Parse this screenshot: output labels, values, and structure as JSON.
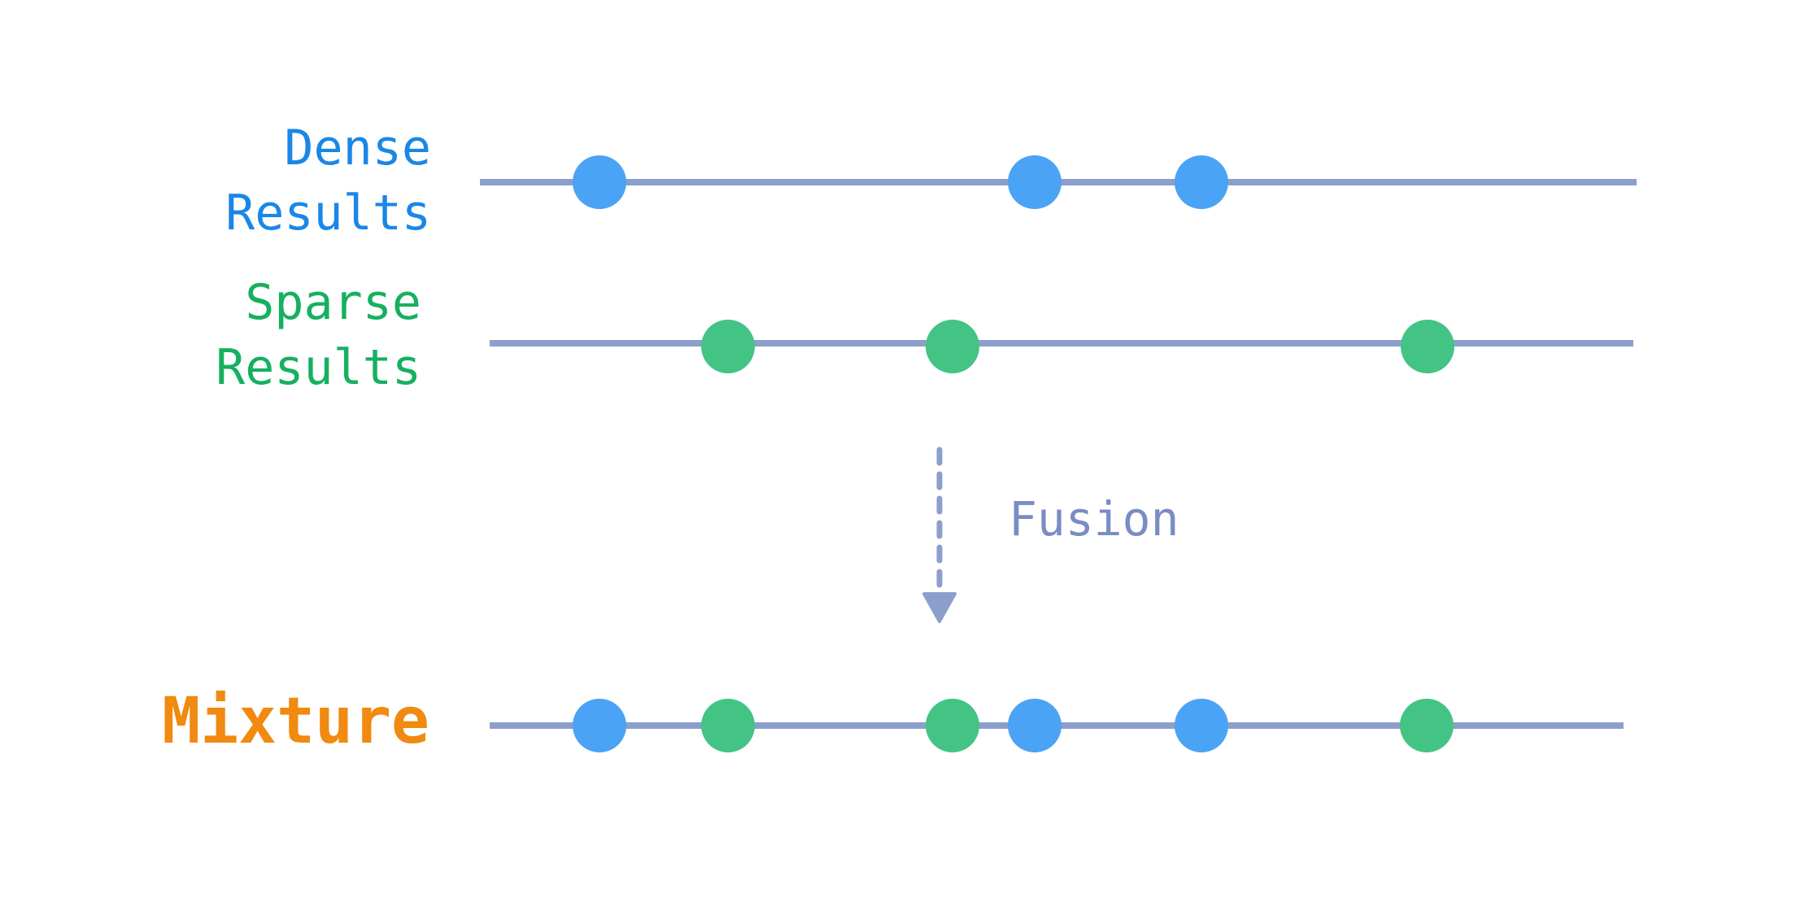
{
  "rows": {
    "dense": {
      "label": "Dense\nResults",
      "color": "#1A87E6",
      "dot_color": "#4BA3F5",
      "positions": [
        1,
        2,
        3
      ]
    },
    "sparse": {
      "label": "Sparse\nResults",
      "color": "#16B060",
      "dot_color": "#44C484",
      "positions": [
        1,
        2,
        3
      ]
    },
    "mixture": {
      "label": "Mixture",
      "color": "#F08A10",
      "dots": [
        "dense",
        "sparse",
        "sparse",
        "dense",
        "dense",
        "sparse"
      ]
    }
  },
  "fusion": {
    "label": "Fusion",
    "color": "#7A8CC4"
  },
  "line_color": "#8C9FCC"
}
